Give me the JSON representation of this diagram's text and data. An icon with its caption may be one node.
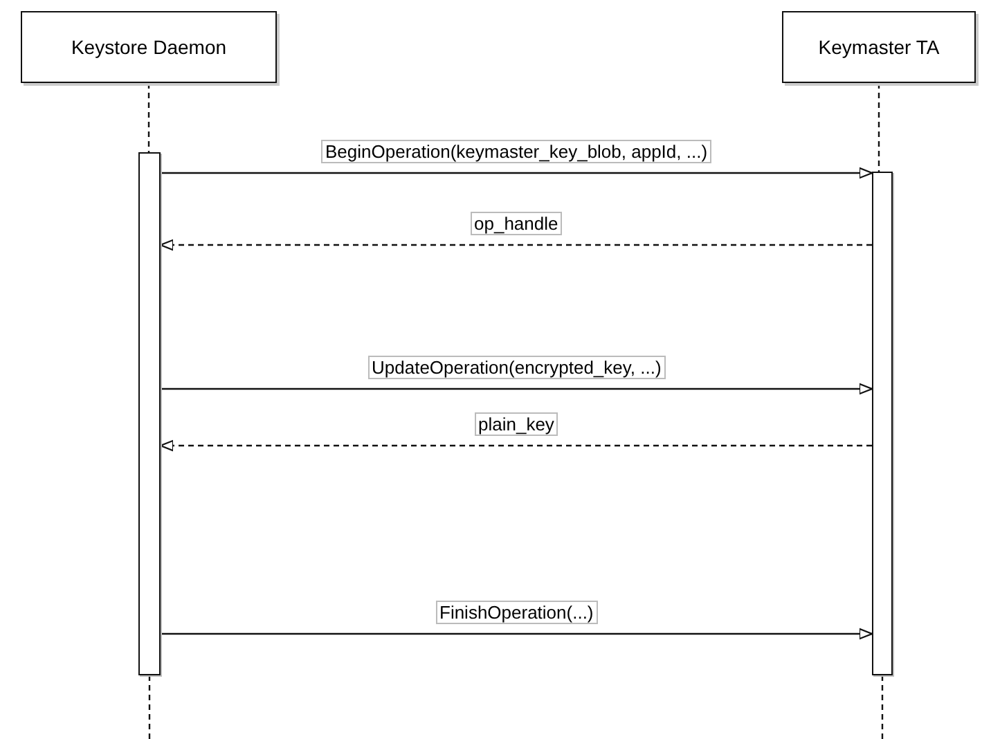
{
  "diagram": {
    "nodes": [
      {
        "text": [
          "Keystore Daemon"
        ]
      },
      {
        "text": [
          "Keymaster TA"
        ]
      },
      {
        "text": [],
        "shape": "bar"
      },
      {
        "text": [],
        "shape": "bar"
      }
    ],
    "edges": [
      {
        "from": 0,
        "to": 2,
        "arrow": "none",
        "style": "dashed"
      },
      {
        "from": 2,
        "to": null,
        "arrow": "none",
        "style": "dashed"
      },
      {
        "from": 1,
        "to": 3,
        "arrow": "none",
        "style": "dashed"
      },
      {
        "from": 3,
        "to": null,
        "arrow": "none",
        "style": "dashed"
      },
      {
        "from": 2,
        "to": 3,
        "arrow": "to",
        "label": "BeginOperation(keymaster_key_blob, appId, ...)"
      },
      {
        "from": 3,
        "to": 2,
        "arrow": "to",
        "label": "op_handle",
        "style": "dashed"
      },
      {
        "from": 2,
        "to": 3,
        "arrow": "to",
        "label": "UpdateOperation(encrypted_key, ...)"
      },
      {
        "from": 3,
        "to": 2,
        "arrow": "to",
        "label": "plain_key",
        "style": "dashed"
      },
      {
        "from": 2,
        "to": 3,
        "arrow": "to",
        "label": "FinishOperation(...)"
      }
    ]
  }
}
